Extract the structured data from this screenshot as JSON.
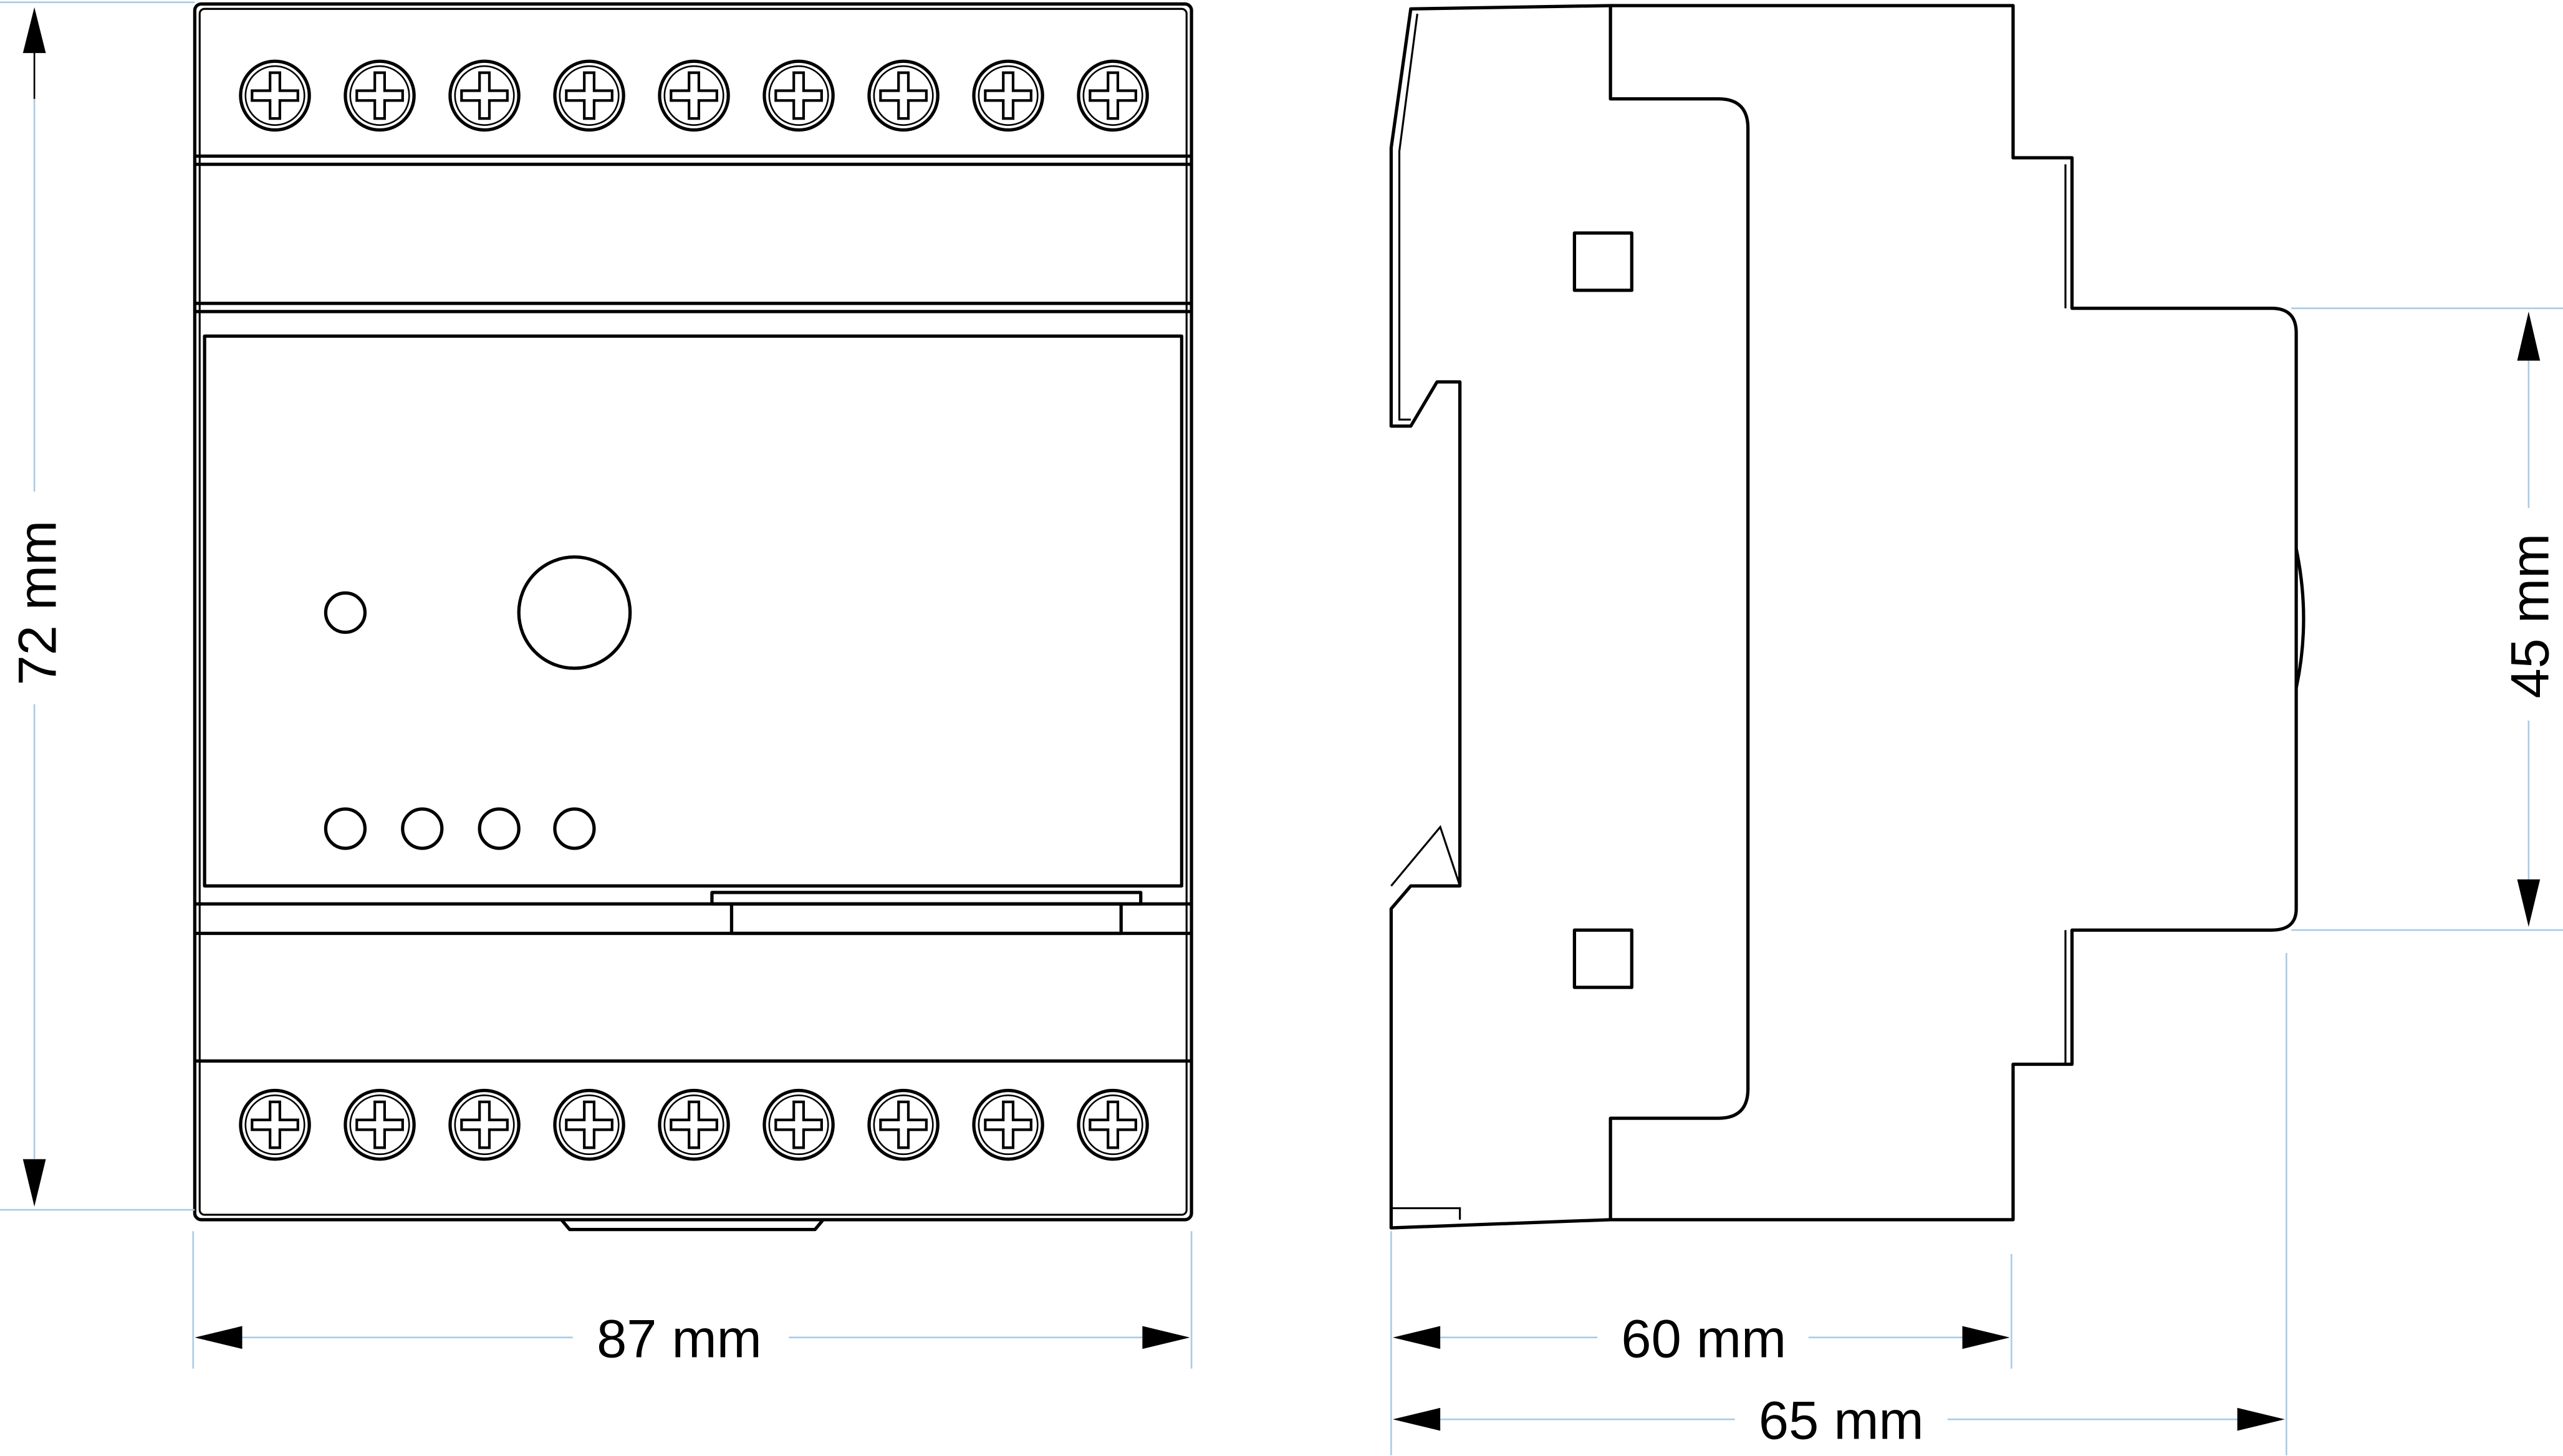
{
  "dimensions": {
    "height_front": "72 mm",
    "width_front": "87 mm",
    "depth_body": "60 mm",
    "depth_total": "65 mm",
    "din_height": "45 mm"
  },
  "front_view": {
    "terminals_per_row": 9,
    "leds": 4
  },
  "colors": {
    "outline": "#000000",
    "dimension_line": "#a9cbe6"
  }
}
